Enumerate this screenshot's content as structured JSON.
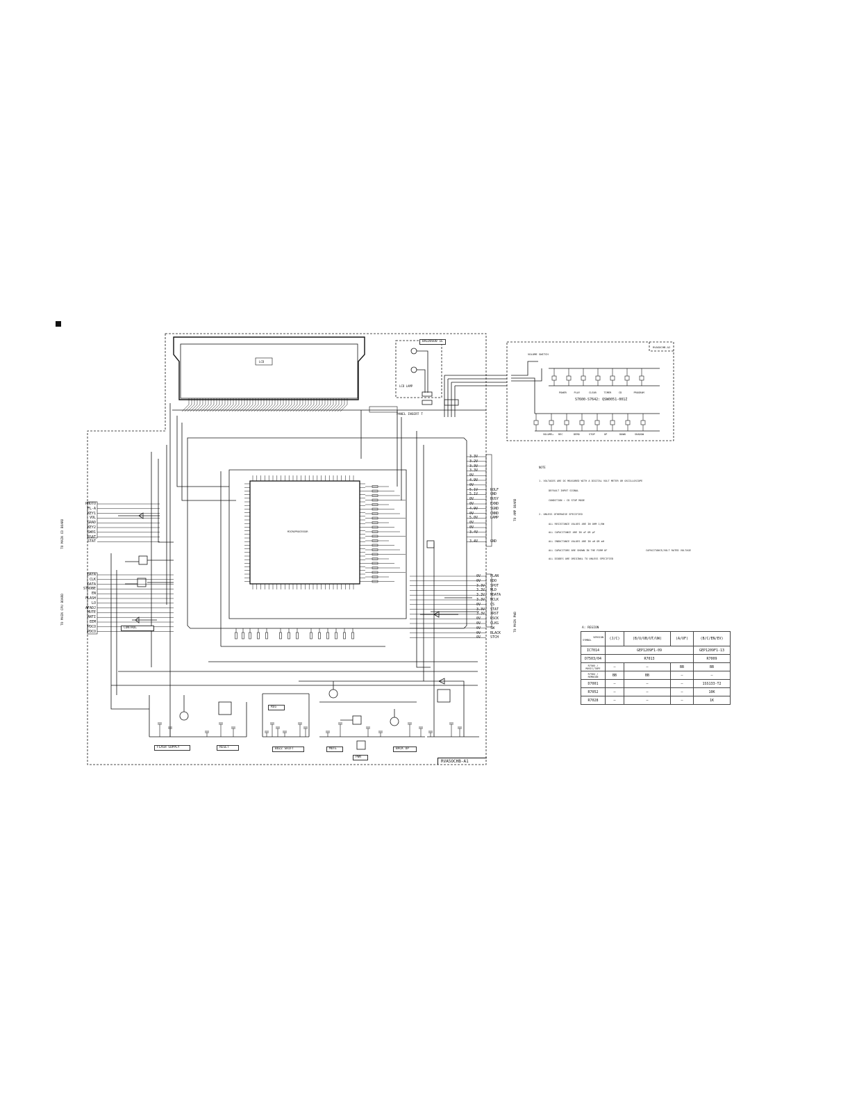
{
  "page": {
    "marker": "■"
  },
  "lcd": {
    "label": "LCD"
  },
  "fl_unit": {
    "code": "BALDOSU0 1E",
    "lamp_label": "LCD LAMP"
  },
  "panel_insert": "PANEL INSERT T",
  "board_code": "RVA5OCHB-A1",
  "switch_unit": {
    "code": "RVASOCHB-A2",
    "rotary_label": "VOLUME SWITCH",
    "top_labels": [
      "POWER",
      "PLAY",
      "CLEAR",
      "TIMER",
      "CD",
      "PROGRAM"
    ],
    "mid_label": "S7600-S7642: QSW0051-001Z",
    "bottom_labels": [
      "VOLUME+",
      "REC",
      "DEMO",
      "STOP",
      "UP",
      "DOWN",
      "SHADOW"
    ]
  },
  "left_connector_top": {
    "pins": [
      "PHOTO",
      "FL-A",
      "KEY1",
      "VOL",
      "GRAD",
      "KEY2",
      "SW01",
      "RSAT",
      "STAT"
    ],
    "side_label": "TO MAIN CD BOARD"
  },
  "left_connector_bottom": {
    "pins": [
      "DATA",
      "CLK",
      "DATA",
      "STROBE",
      "EN",
      "FLASH",
      "LO",
      "AFADJ",
      "MUTE",
      "ANTI",
      "EEM",
      "PDCO",
      "PDCO"
    ],
    "side_label": "TO MAIN CPU BOARD"
  },
  "right_connector_top": {
    "pins": [
      "",
      "",
      "",
      "",
      "",
      "",
      "",
      "ROLF",
      "GND",
      "BUSY",
      "EXND",
      "SGND",
      "CNND",
      "LAMP",
      "",
      "",
      "",
      "",
      "GND"
    ],
    "voltages": [
      "3.3V",
      "3.2V",
      "3.3V",
      "3.3V",
      "0V",
      "4.9V",
      "0V",
      "5.1V",
      "5.1V",
      "0V",
      "0V",
      "4.9V",
      "0V",
      "5.0V",
      "0V",
      "0V",
      "3.4V",
      "",
      "3.4V"
    ],
    "side_label": "TO AMP BOARD"
  },
  "right_connector_bottom": {
    "pins": [
      "FLAN",
      "RDO",
      "SPOT",
      "MLD",
      "MDATA",
      "MCLK",
      "CS",
      "STAT",
      "XRST",
      "RSCK",
      "CLKG",
      "SW",
      "BLACK",
      "STCH"
    ],
    "voltages": [
      "0V",
      "0V",
      "3.3V",
      "3.3V",
      "3.3V",
      "3.3V",
      "0V",
      "3.3V",
      "3.3V",
      "0V",
      "0V",
      "0V",
      "0V",
      "0V"
    ],
    "side_label": "TO MAIN PWB"
  },
  "ic_label": "MICROPROCESSOR",
  "sub_blocks": [
    "FLASH SUPPLY",
    "RESET",
    "BUZZ SHIFT",
    "MUTE",
    "BACK UP",
    "PWR",
    "CONTROL",
    "REG"
  ],
  "notes": {
    "title": "NOTE",
    "items": [
      "1. VOLTAGES ARE DC MEASURED WITH A DIGITAL VOLT METER OR OSCILLOSCOPE",
      "DEFAULT INPUT SIGNAL",
      "CONDITION : CD STOP MODE",
      "2. UNLESS OTHERWISE SPECIFIED",
      "ALL RESISTANCE VALUES ARE IN OHM 1/6W",
      "ALL CAPACITANCE ARE IN uF OR pF",
      "ALL INDUCTANCE VALUES ARE IN uH OR mH",
      "ALL CAPACITORS ARE SHOWN IN THE FORM OF",
      "CAPACITANCE/VOLT RATED VOLTAGE",
      "ALL DIODES ARE ORIGINAL TO UNLESS SPECIFIED"
    ]
  },
  "variation_table": {
    "caption": "A: REGION",
    "header_corner_top": "VERSION",
    "header_corner_bottom": "SYMBOL",
    "columns": [
      "(J/C)",
      "(B/U/UB/UT/UW)",
      "(A/UF)",
      "(B/C/EN/EV)"
    ],
    "rows": [
      {
        "symbol": "IC7014",
        "cells": [
          "GEP1209F1-09",
          "",
          "GEP1209F1-13"
        ],
        "spans": [
          3,
          1
        ]
      },
      {
        "symbol": "D7503/04",
        "cells": [
          "R7013",
          "",
          "R7009"
        ],
        "spans": [
          3,
          1
        ]
      },
      {
        "symbol": "R7505 / MUSIC/TAPE",
        "cells": [
          "—",
          "—",
          "BB",
          "BB"
        ]
      },
      {
        "symbol": "R7504 / REMOCON",
        "cells": [
          "BB",
          "BB",
          "—",
          "—"
        ]
      },
      {
        "symbol": "D7001",
        "cells": [
          "—",
          "—",
          "—",
          "1SS133-T2"
        ]
      },
      {
        "symbol": "R7052",
        "cells": [
          "—",
          "—",
          "—",
          "10K"
        ]
      },
      {
        "symbol": "R7028",
        "cells": [
          "—",
          "—",
          "—",
          "1K"
        ]
      }
    ]
  }
}
